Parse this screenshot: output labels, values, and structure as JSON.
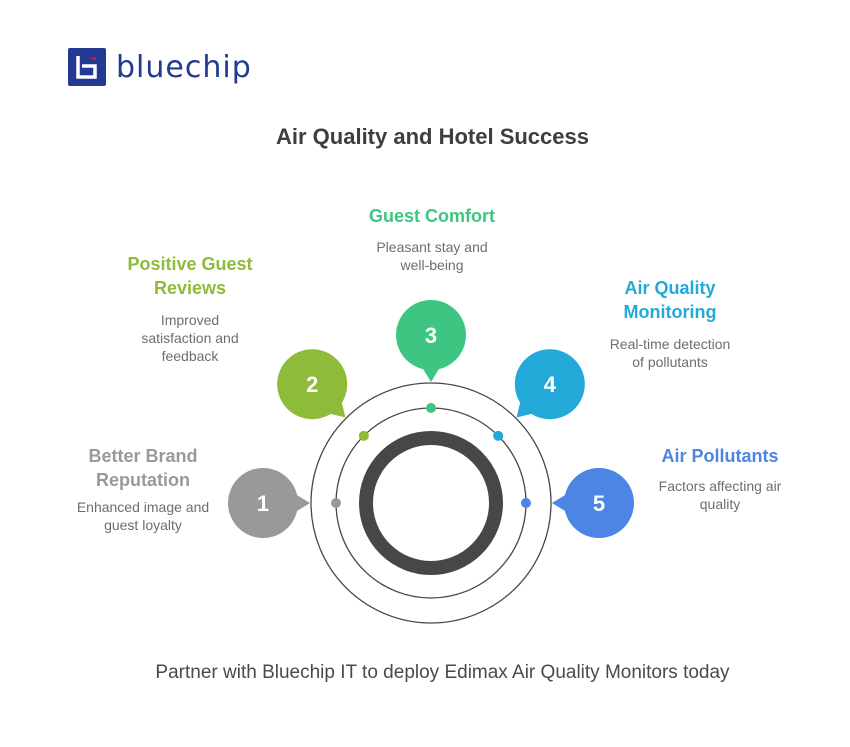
{
  "brand": {
    "name": "bluechip",
    "logo_icon": "bluechip-b-logo-icon",
    "color": "#233a92",
    "accent": "#d8232a"
  },
  "title": "Air Quality and Hotel Success",
  "items": [
    {
      "number": "1",
      "heading": [
        "Better Brand",
        "Reputation"
      ],
      "description": [
        "Enhanced image and",
        "guest loyalty"
      ],
      "color": "#999999"
    },
    {
      "number": "2",
      "heading": [
        "Positive Guest",
        "Reviews"
      ],
      "description": [
        "Improved",
        "satisfaction and",
        "feedback"
      ],
      "color": "#8fbb3a"
    },
    {
      "number": "3",
      "heading": [
        "Guest Comfort"
      ],
      "description": [
        "Pleasant stay and",
        "well-being"
      ],
      "color": "#3fc582"
    },
    {
      "number": "4",
      "heading": [
        "Air Quality",
        "Monitoring"
      ],
      "description": [
        "Real-time detection",
        "of pollutants"
      ],
      "color": "#23a9d8"
    },
    {
      "number": "5",
      "heading": [
        "Air Pollutants"
      ],
      "description": [
        "Factors affecting air",
        "quality"
      ],
      "color": "#4c85e4"
    }
  ],
  "ring_color": "#474747",
  "footer": "Partner with Bluechip IT to deploy Edimax Air Quality Monitors today"
}
